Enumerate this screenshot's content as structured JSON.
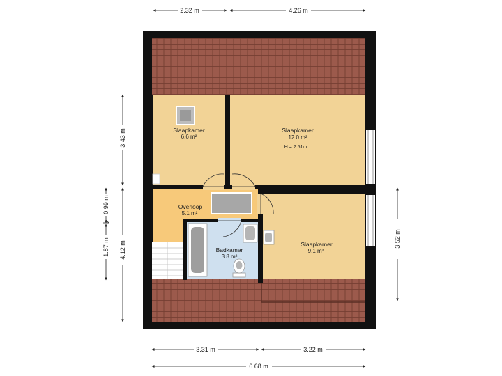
{
  "colors": {
    "wall": "#111111",
    "roof": "#9c5a4c",
    "roof_line": "#6f3a2e",
    "room": "#f2d396",
    "landing": "#f7c97a",
    "bathroom": "#cfe0ef",
    "fixture": "#a7a7a7",
    "dim_line": "#222222"
  },
  "dimensions": {
    "top_left": "2.32 m",
    "top_right": "4.26 m",
    "bottom_left": "3.31 m",
    "bottom_right": "3.22 m",
    "bottom_total": "6.68 m",
    "left_upper": "3.43 m",
    "left_mid": "0.99 m",
    "left_low": "1.87 m",
    "left_total": "4.12 m",
    "right": "3.52 m"
  },
  "rooms": {
    "bedroom_small": {
      "name": "Slaapkamer",
      "area": "6.6 m²"
    },
    "bedroom_large": {
      "name": "Slaapkamer",
      "area": "12.0 m²",
      "height": "H = 2.51m"
    },
    "landing": {
      "name": "Overloop",
      "area": "5.1 m²"
    },
    "bathroom": {
      "name": "Badkamer",
      "area": "3.8 m²"
    },
    "bedroom_right": {
      "name": "Slaapkamer",
      "area": "9.1 m²"
    }
  }
}
